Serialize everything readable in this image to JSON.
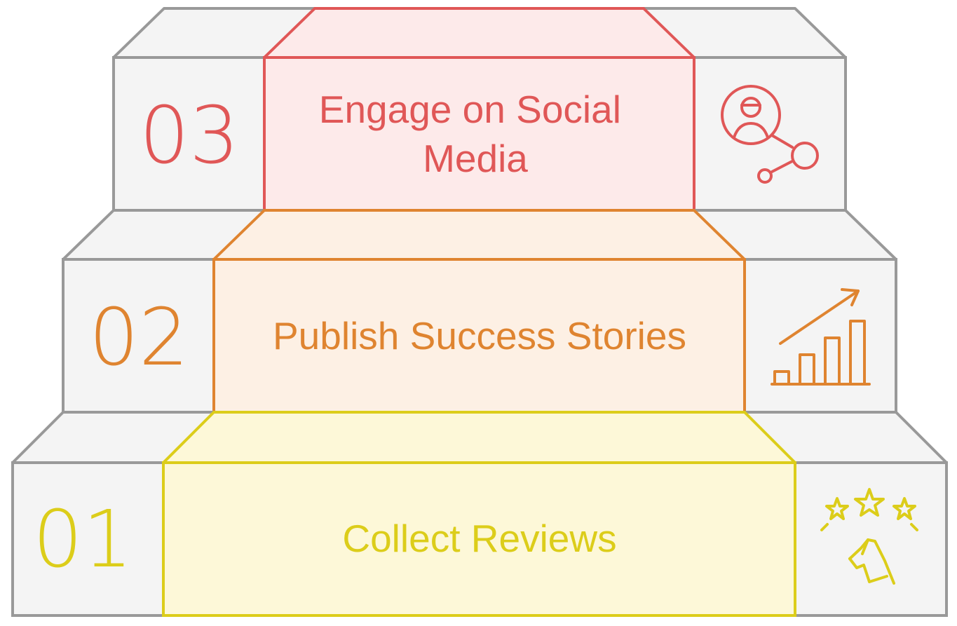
{
  "steps": [
    {
      "number": "03",
      "title_lines": [
        "Engage on Social",
        "Media"
      ],
      "icon": "social-network-icon",
      "color": "#e05757",
      "fill": "#fdeaea"
    },
    {
      "number": "02",
      "title_lines": [
        "Publish Success Stories"
      ],
      "icon": "growth-chart-icon",
      "color": "#df8430",
      "fill": "#fdf0e4"
    },
    {
      "number": "01",
      "title_lines": [
        "Collect Reviews"
      ],
      "icon": "star-rating-icon",
      "color": "#dccd1a",
      "fill": "#fdf8d8"
    }
  ],
  "colors": {
    "block_stroke": "#999999",
    "block_fill": "#f4f4f4",
    "block_top_fill": "#f4f4f4"
  }
}
